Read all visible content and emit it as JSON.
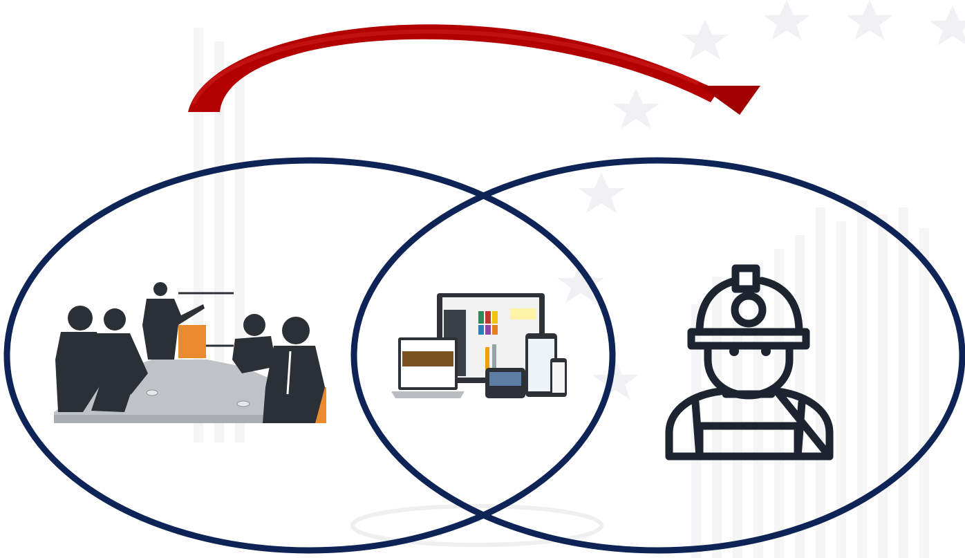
{
  "diagram": {
    "colors": {
      "ellipse_stroke": "#0f2456",
      "arrow": "#b30000",
      "silhouette": "#2b2f36",
      "accent": "#e98a2e",
      "table": "#bfc2c6",
      "device_frame": "#2e3238",
      "icon_stroke": "#1c2430",
      "watermark": "#f1f1f3"
    },
    "nodes": [
      {
        "id": "office",
        "icon": "business-meeting-illustration"
      },
      {
        "id": "software",
        "icon": "multi-device-software-illustration"
      },
      {
        "id": "field",
        "icon": "construction-worker-helmet-icon"
      }
    ],
    "edges": [
      {
        "from": "office",
        "to": "field",
        "style": "curved-arrow"
      }
    ]
  }
}
